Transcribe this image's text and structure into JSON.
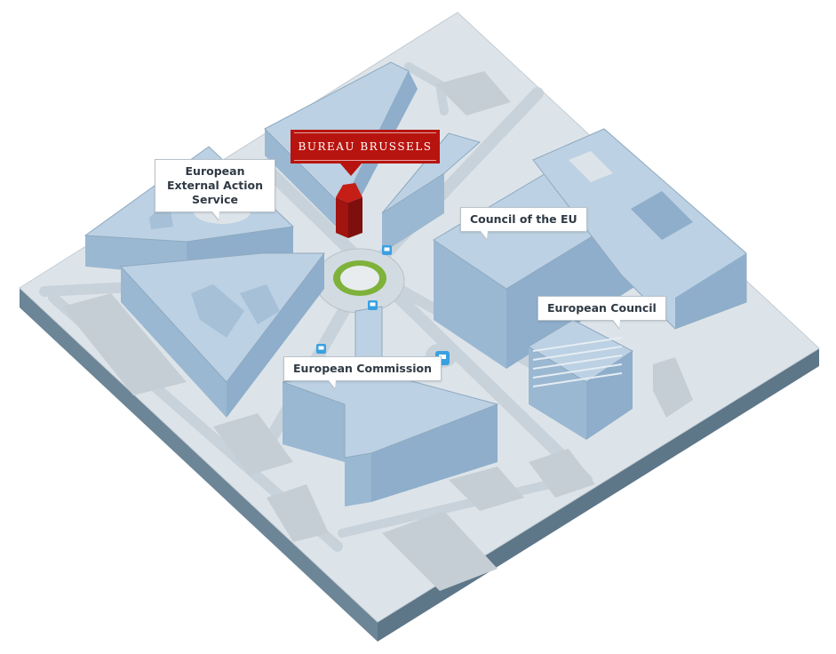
{
  "map": {
    "labels": {
      "eeas": "European External Action Service",
      "council_eu": "Council of the EU",
      "european_council": "European Council",
      "commission": "European Commission"
    },
    "highlight": {
      "label": "BUREAU BRUSSELS",
      "color": "#b8140f"
    },
    "colors": {
      "ground": "#dde4e9",
      "road": "#c8d2da",
      "building_top": "#bcd1e3",
      "building_side": "#9bb8d2",
      "edge": "#6c8597",
      "roundabout_green": "#7fb23a",
      "bus_icon": "#3aa0e0"
    },
    "icons": [
      "bus-stop-icon",
      "bus-stop-icon",
      "bus-stop-icon",
      "bus-stop-icon"
    ]
  }
}
